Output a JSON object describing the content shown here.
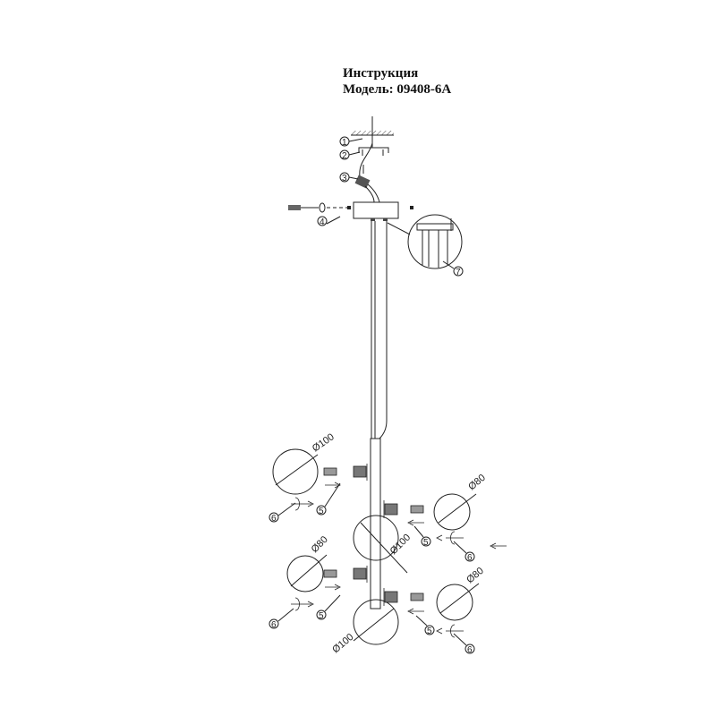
{
  "header": {
    "title": "Инструкция",
    "model": "Модель: 09408-6A"
  },
  "callouts": {
    "c1": "1",
    "c2": "2",
    "c3": "3",
    "c4": "4",
    "c5a": "5",
    "c5b": "5",
    "c5c": "5",
    "c5d": "5",
    "c6a": "6",
    "c6b": "6",
    "c6c": "6",
    "c6d": "6",
    "c7": "7"
  },
  "dimensions": {
    "globe_top_left": "Ø100",
    "globe_top_right": "Ø80",
    "globe_center": "Ø100",
    "globe_mid_left": "Ø80",
    "globe_bottom_right": "Ø80",
    "globe_bottom": "Ø100"
  }
}
